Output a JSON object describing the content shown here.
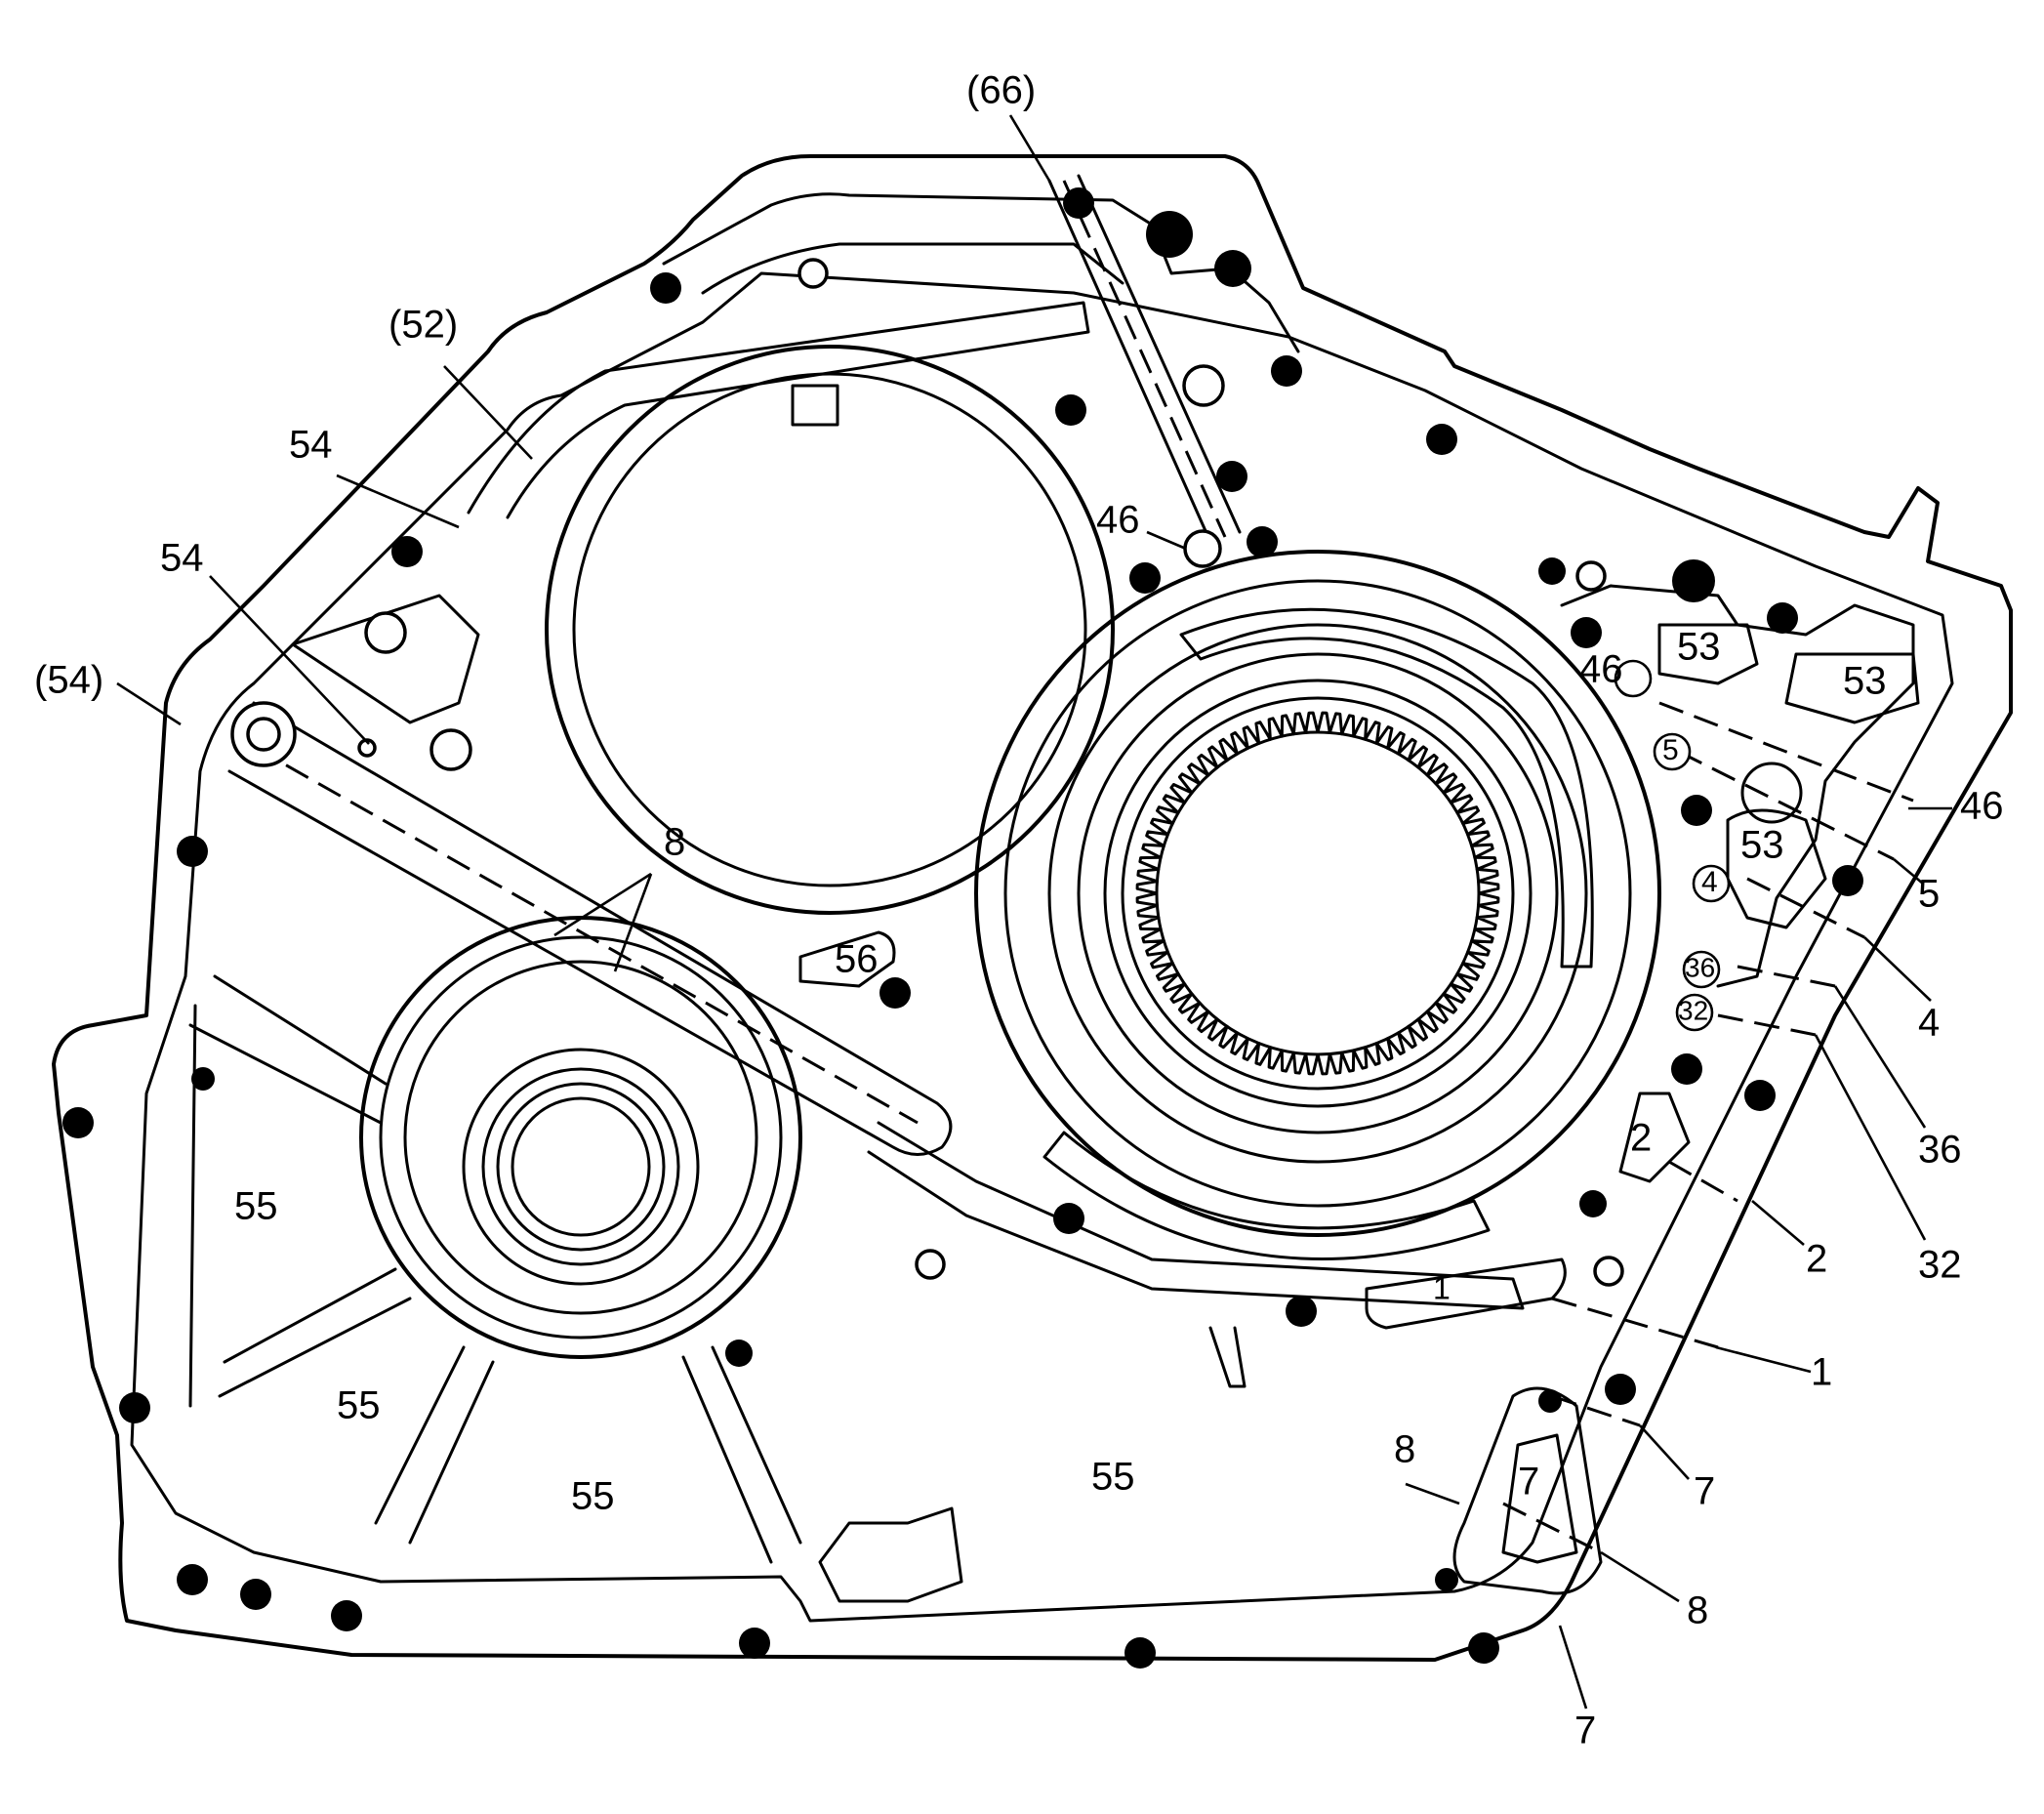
{
  "labels": {
    "l66": "(66)",
    "l52": "(52)",
    "l54a": "54",
    "l54b": "54",
    "l54c": "(54)",
    "l46a": "46",
    "l8a": "8",
    "l56": "56",
    "l55a": "55",
    "l55b": "55",
    "l55c": "55",
    "l55d": "55",
    "l53a": "53",
    "l53b": "53",
    "l53c": "53",
    "l46b": "46",
    "l5a": "5",
    "l4a": "4",
    "l36a": "36",
    "l32a": "32",
    "l2a": "2",
    "l1a": "1",
    "l7a": "7",
    "l8b": "8",
    "r46": "46",
    "r5": "5",
    "r4": "4",
    "r36": "36",
    "r2": "2",
    "r32": "32",
    "r1": "1",
    "r7a": "7",
    "r8": "8",
    "r7b": "7"
  }
}
